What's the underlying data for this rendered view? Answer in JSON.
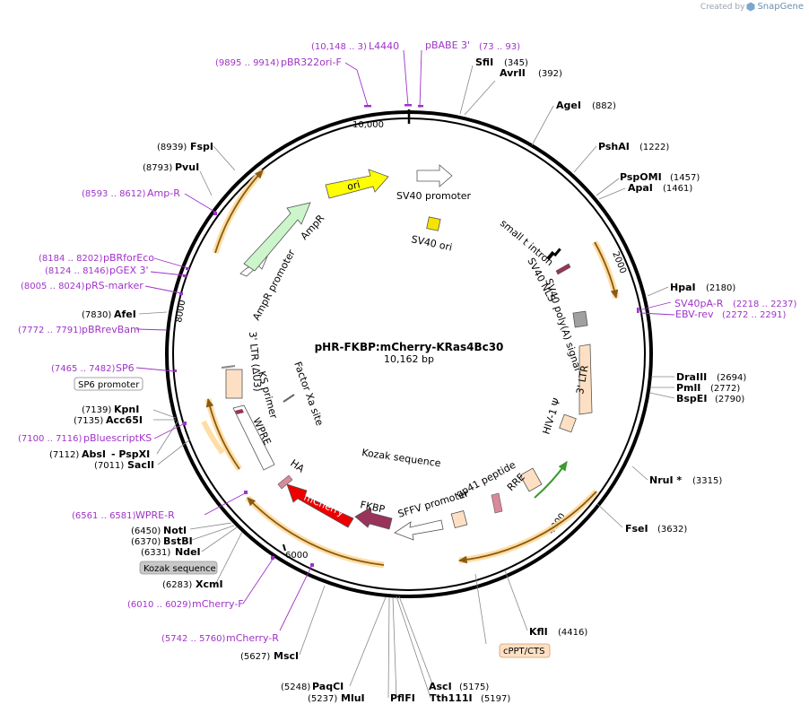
{
  "header": {
    "credit": "Created by",
    "brand": "SnapGene"
  },
  "plasmid": {
    "name": "pHR-FKBP:mCherry-KRas4Bc30",
    "length_label": "10,162 bp"
  },
  "ticks": {
    "t2000": "2000",
    "t4000": "4000",
    "t6000": "6000",
    "t8000": "8000",
    "t10000": "10,000"
  },
  "sites": {
    "sfii": {
      "name": "SfiI",
      "pos": "(345)"
    },
    "avrii": {
      "name": "AvrII",
      "pos": "(392)"
    },
    "agei": {
      "name": "AgeI",
      "pos": "(882)"
    },
    "pshai": {
      "name": "PshAI",
      "pos": "(1222)"
    },
    "pspomi": {
      "name": "PspOMI",
      "pos": "(1457)"
    },
    "apai": {
      "name": "ApaI",
      "pos": "(1461)"
    },
    "hpai": {
      "name": "HpaI",
      "pos": "(2180)"
    },
    "draiii": {
      "name": "DraIII",
      "pos": "(2694)"
    },
    "pmli": {
      "name": "PmlI",
      "pos": "(2772)"
    },
    "bspei": {
      "name": "BspEI",
      "pos": "(2790)"
    },
    "nrui": {
      "name": "NruI *",
      "pos": "(3315)"
    },
    "fsei": {
      "name": "FseI",
      "pos": "(3632)"
    },
    "kfli": {
      "name": "KflI",
      "pos": "(4416)"
    },
    "asci": {
      "name": "AscI",
      "pos": "(5175)"
    },
    "tth": {
      "name": "Tth111I",
      "pos": "(5197)"
    },
    "pflfi": {
      "name": "PflFI",
      "pos": ""
    },
    "mlui": {
      "name": "MluI",
      "pos": "(5237)"
    },
    "paqci": {
      "name": "PaqCI",
      "pos": "(5248)"
    },
    "msci": {
      "name": "MscI",
      "pos": "(5627)"
    },
    "xcmi": {
      "name": "XcmI",
      "pos": "(6283)"
    },
    "ndei": {
      "name": "NdeI",
      "pos": "(6331)"
    },
    "bstbi": {
      "name": "BstBI",
      "pos": "(6370)"
    },
    "noti": {
      "name": "NotI",
      "pos": "(6450)"
    },
    "sacii": {
      "name": "SacII",
      "pos": "(7011)"
    },
    "absi": {
      "name": "AbsI",
      "pos": "(7112)"
    },
    "pspxi": {
      "name": "- PspXI",
      "pos": ""
    },
    "acc65i": {
      "name": "Acc65I",
      "pos": "(7135)"
    },
    "kpni": {
      "name": "KpnI",
      "pos": "(7139)"
    },
    "afei": {
      "name": "AfeI",
      "pos": "(7830)"
    },
    "pvui": {
      "name": "PvuI",
      "pos": "(8793)"
    },
    "fspi": {
      "name": "FspI",
      "pos": "(8939)"
    }
  },
  "primers": {
    "pbr322ori": {
      "name": "pBR322ori-F",
      "pos": "(9895 .. 9914)"
    },
    "l4440": {
      "name": "L4440",
      "pos": "(10,148 .. 3)"
    },
    "pbabe": {
      "name": "pBABE 3'",
      "pos": "(73 .. 93)"
    },
    "sv40pa": {
      "name": "SV40pA-R",
      "pos": "(2218 .. 2237)"
    },
    "ebv": {
      "name": "EBV-rev",
      "pos": "(2272 .. 2291)"
    },
    "ampr": {
      "name": "Amp-R",
      "pos": "(8593 .. 8612)"
    },
    "pbrforeco": {
      "name": "pBRforEco",
      "pos": "(8184 .. 8202)"
    },
    "pgex": {
      "name": "pGEX 3'",
      "pos": "(8124 .. 8146)"
    },
    "prs": {
      "name": "pRS-marker",
      "pos": "(8005 .. 8024)"
    },
    "pbrrevbam": {
      "name": "pBRrevBam",
      "pos": "(7772 .. 7791)"
    },
    "sp6": {
      "name": "SP6",
      "pos": "(7465 .. 7482)"
    },
    "pbluescript": {
      "name": "pBluescriptKS",
      "pos": "(7100 .. 7116)"
    },
    "wprer": {
      "name": "WPRE-R",
      "pos": "(6561 .. 6581)"
    },
    "mcherryf": {
      "name": "mCherry-F",
      "pos": "(6010 .. 6029)"
    },
    "mcherryr": {
      "name": "mCherry-R",
      "pos": "(5742 .. 5760)"
    }
  },
  "boxes": {
    "sp6_promoter": "SP6 promoter",
    "kozak": "Kozak sequence",
    "cppt": "cPPT/CTS"
  },
  "features": {
    "ori": "ori",
    "sv40_promoter": "SV40 promoter",
    "sv40_ori": "SV40 ori",
    "small_t": "small t intron",
    "sv40_nls": "SV40 NLS",
    "sv40_polya": "SV40 poly(A) signal",
    "ltr3": "3' LTR",
    "hiv": "HIV-1 Ψ",
    "rre": "RRE",
    "gp41": "gp41 peptide",
    "sffv": "SFFV promoter",
    "kozak_inner": "Kozak sequence",
    "fkbp": "FKBP",
    "mcherry": "mCherry",
    "ha": "HA",
    "wpre": "WPRE",
    "ks_primer": "KS primer",
    "factor_xa": "Factor Xa site",
    "ltr3_du3": "3' LTR (ΔU3)",
    "ampr_promoter": "AmpR promoter",
    "ampr": "AmpR"
  },
  "colors": {
    "backbone": "#000000",
    "primer": "#a033c8",
    "ori": "#ffff00",
    "sv40_ori": "#f4e400",
    "ampr": "#ccf5cc",
    "mcherry": "#ee0000",
    "fkbp": "#99335a",
    "ltr": "#fde0c4",
    "orf_arc": "#8a5a10",
    "orf_glow": "#ffd99a",
    "rre_arrow": "#3a9a2e",
    "polya": "#a0a0a0"
  }
}
